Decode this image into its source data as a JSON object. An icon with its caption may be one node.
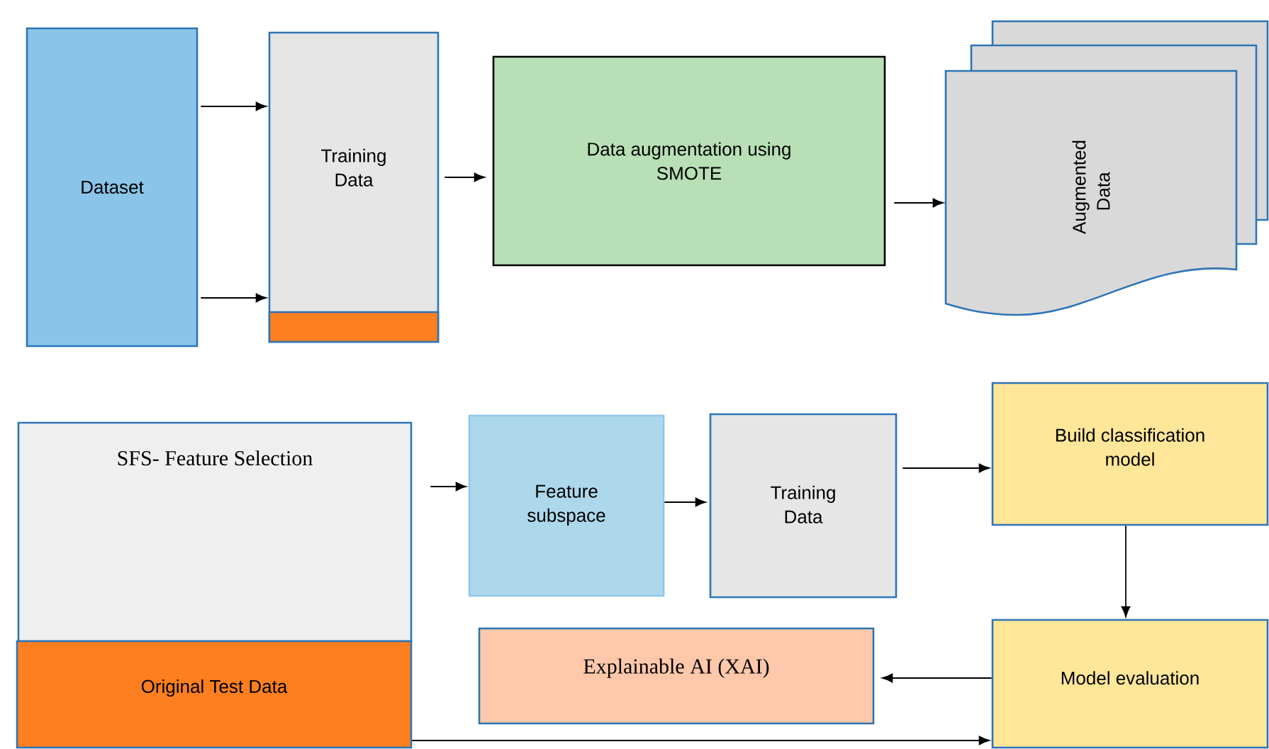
{
  "diagram": {
    "nodes": [
      {
        "text": [
          "Dataset"
        ]
      },
      {
        "text": [
          "Training Data"
        ]
      },
      {
        "text": [],
        "shape": "bar",
        "in": 1
      },
      {
        "text": [
          "Data augmentation using SMOTE"
        ]
      },
      {
        "text": [
          "Augmented Data"
        ]
      },
      {
        "text": [
          "SFS- Feature Selection"
        ]
      },
      {
        "text": [
          "Original Test Data"
        ]
      },
      {
        "text": [
          "Feature subspace"
        ]
      },
      {
        "text": [
          "Training Data"
        ]
      },
      {
        "text": [
          "Build classification model"
        ]
      },
      {
        "text": [
          "Model evaluation"
        ]
      },
      {
        "text": [
          "Explainable AI (XAI)"
        ]
      }
    ],
    "edges": [
      {
        "from": 0,
        "to": 1,
        "arrow": "to"
      },
      {
        "from": 0,
        "to": 1,
        "arrow": "to"
      },
      {
        "from": 1,
        "to": 3,
        "arrow": "to"
      },
      {
        "from": 3,
        "to": 4,
        "arrow": "to"
      },
      {
        "from": 5,
        "to": 7,
        "arrow": "to"
      },
      {
        "from": 7,
        "to": 8,
        "arrow": "to"
      },
      {
        "from": 8,
        "to": 9,
        "arrow": "to"
      },
      {
        "from": 9,
        "to": 10,
        "arrow": "to"
      },
      {
        "from": 10,
        "to": 11,
        "arrow": "to"
      },
      {
        "from": 6,
        "to": 10,
        "arrow": "to"
      }
    ]
  }
}
